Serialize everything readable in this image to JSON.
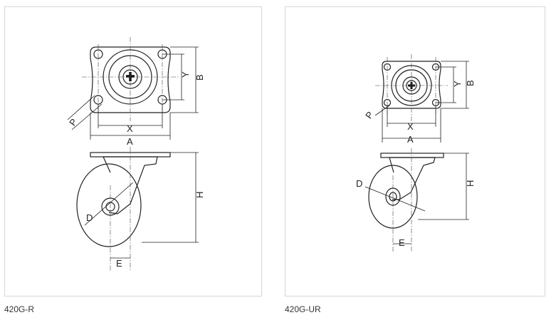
{
  "figures": [
    {
      "caption": "420G-R",
      "dims": {
        "a": "A",
        "b": "B",
        "x": "X",
        "y": "Y",
        "p": "P",
        "h": "H",
        "d": "D",
        "e": "E"
      }
    },
    {
      "caption": "420G-UR",
      "dims": {
        "a": "A",
        "b": "B",
        "x": "X",
        "y": "Y",
        "p": "P",
        "h": "H",
        "d": "D",
        "e": "E"
      }
    }
  ]
}
